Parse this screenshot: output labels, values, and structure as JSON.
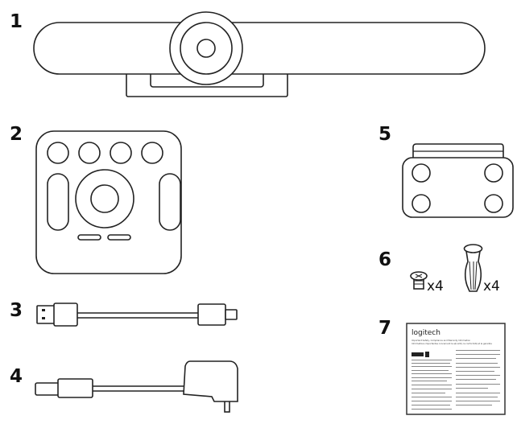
{
  "items": [
    {
      "number": "1",
      "name": "camera"
    },
    {
      "number": "2",
      "name": "remote"
    },
    {
      "number": "3",
      "name": "usb-cable"
    },
    {
      "number": "4",
      "name": "power-adapter"
    },
    {
      "number": "5",
      "name": "wall-bracket"
    },
    {
      "number": "6",
      "name": "screws-and-anchors",
      "quantities": [
        "x4",
        "x4"
      ]
    },
    {
      "number": "7",
      "name": "documentation"
    }
  ],
  "documentation": {
    "logo": "logitech",
    "heading_en": "Important Safety, Compliance and Warranty Information",
    "heading_fr": "Informations importantes concernant la sécurité, la conformité et la garantie"
  },
  "colors": {
    "line": "#222222",
    "background": "#ffffff"
  }
}
